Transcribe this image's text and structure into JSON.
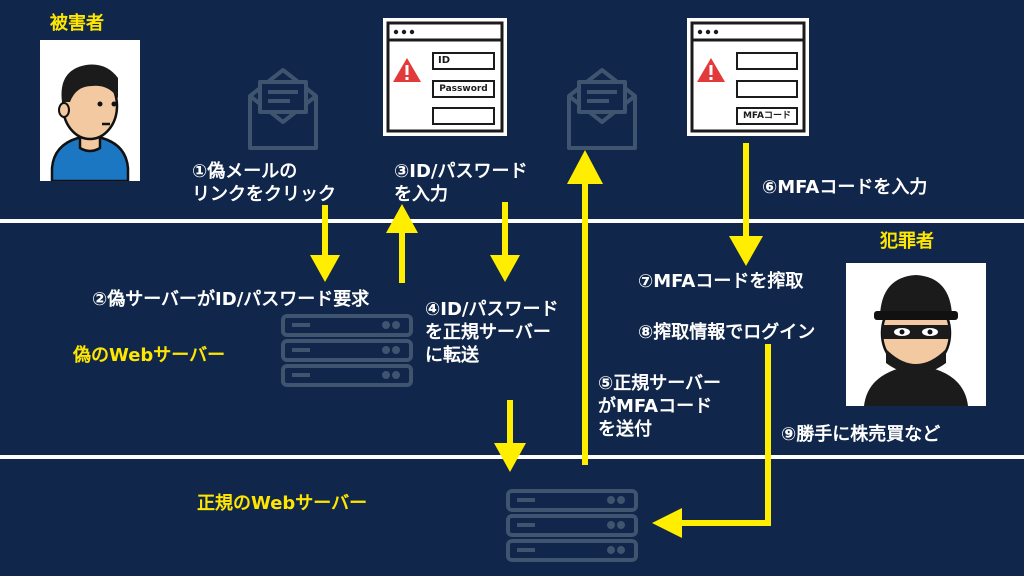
{
  "roles": {
    "victim": "被害者",
    "criminal": "犯罪者",
    "fake_server": "偽のWebサーバー",
    "real_server": "正規のWebサーバー"
  },
  "steps": {
    "s1": "①偽メールの\nリンクをクリック",
    "s2": "②偽サーバーがID/パスワード要求",
    "s3": "③ID/パスワード\nを入力",
    "s4": "④ID/パスワード\nを正規サーバー\nに転送",
    "s5": "⑤正規サーバー\nがMFAコード\nを送付",
    "s6": "⑥MFAコードを入力",
    "s7": "⑦MFAコードを搾取",
    "s8": "⑧搾取情報でログイン",
    "s9": "⑨勝手に株売買など"
  },
  "forms": {
    "login": {
      "id_label": "ID",
      "password_label": "Password"
    },
    "mfa": {
      "code_label": "MFAコード"
    }
  },
  "colors": {
    "background": "#10264a",
    "arrow": "#ffee00",
    "highlight_text": "#ffe600",
    "divider": "#ffffff",
    "icon_gray": "#3f546f"
  },
  "icons": {
    "mail": "envelope-letter-icon",
    "server": "server-rack-icon",
    "warning": "warning-triangle-icon"
  }
}
